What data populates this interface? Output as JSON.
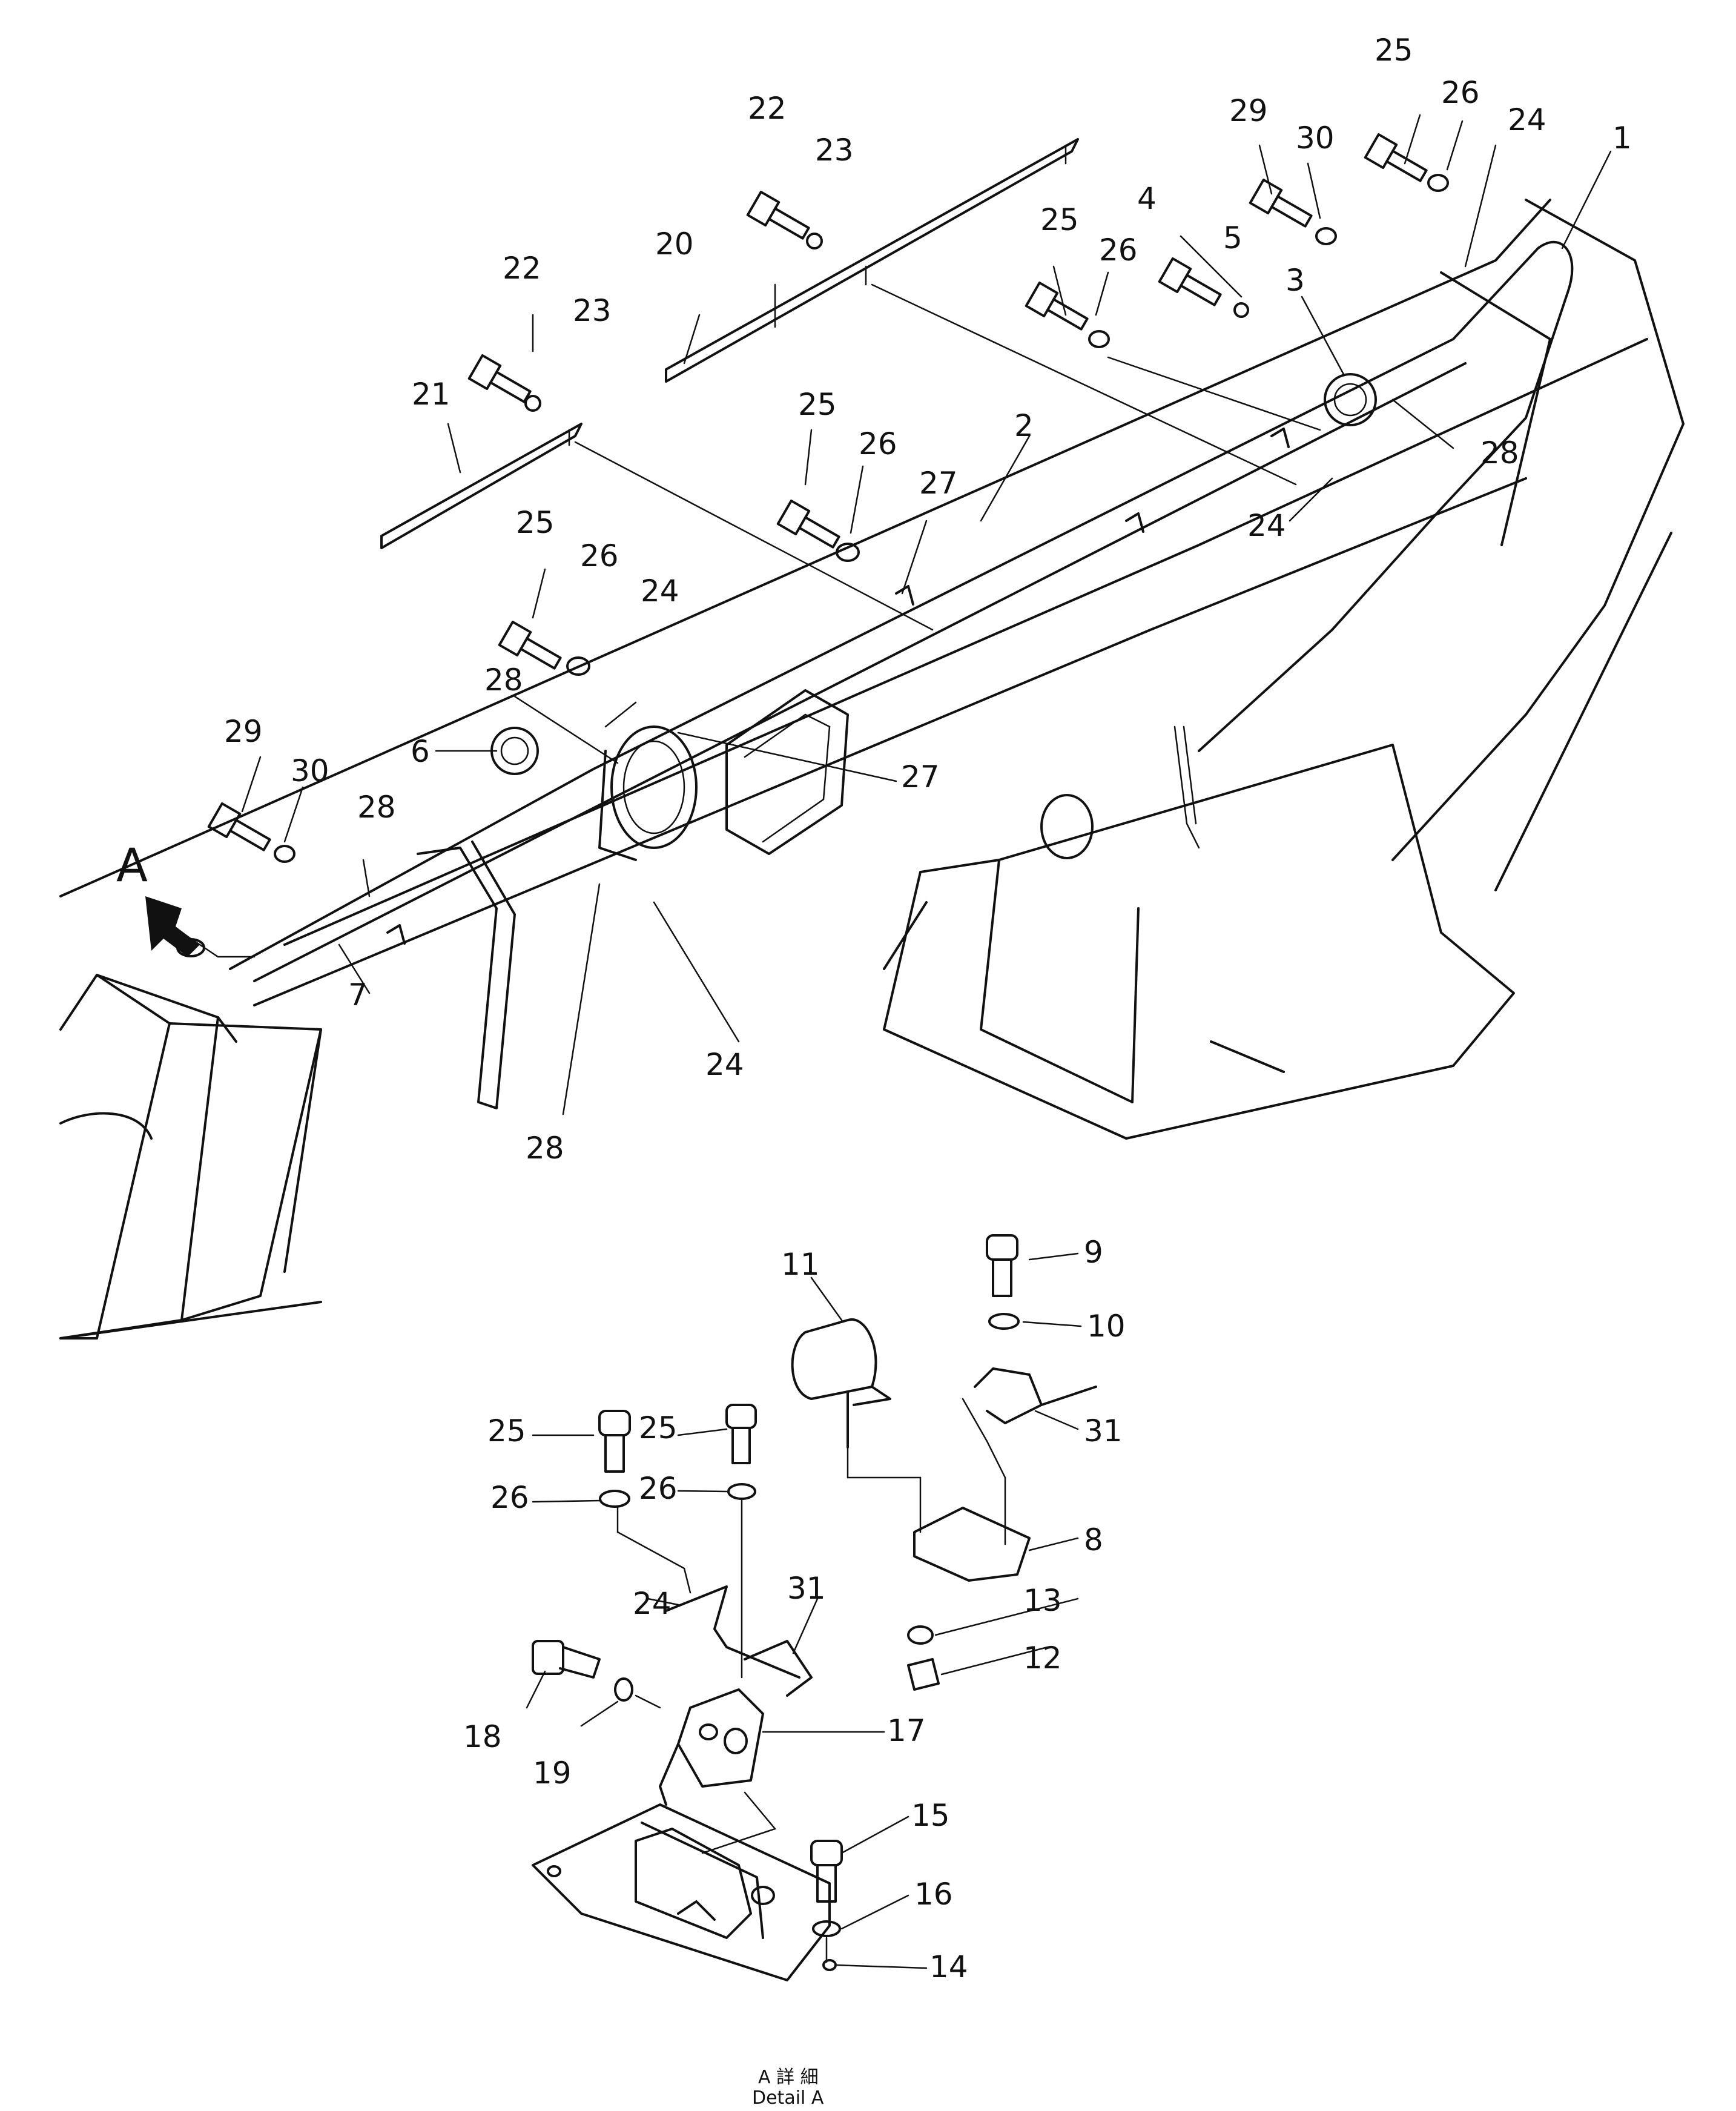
{
  "detail_arrow": {
    "letter": "A"
  },
  "caption": {
    "line1": "A 詳 細",
    "line2": "Detail A"
  },
  "callouts": {
    "upper": [
      "1",
      "2",
      "3",
      "4",
      "5",
      "6",
      "7",
      "20",
      "21",
      "22",
      "23",
      "22",
      "23",
      "24",
      "24",
      "24",
      "24",
      "24",
      "25",
      "25",
      "25",
      "25",
      "25",
      "26",
      "26",
      "26",
      "26",
      "26",
      "27",
      "27",
      "28",
      "28",
      "28",
      "28",
      "28",
      "29",
      "29",
      "30",
      "30"
    ],
    "detail": [
      "8",
      "9",
      "10",
      "11",
      "12",
      "13",
      "14",
      "15",
      "16",
      "17",
      "18",
      "19",
      "24",
      "25",
      "25",
      "26",
      "26",
      "31",
      "31"
    ]
  }
}
